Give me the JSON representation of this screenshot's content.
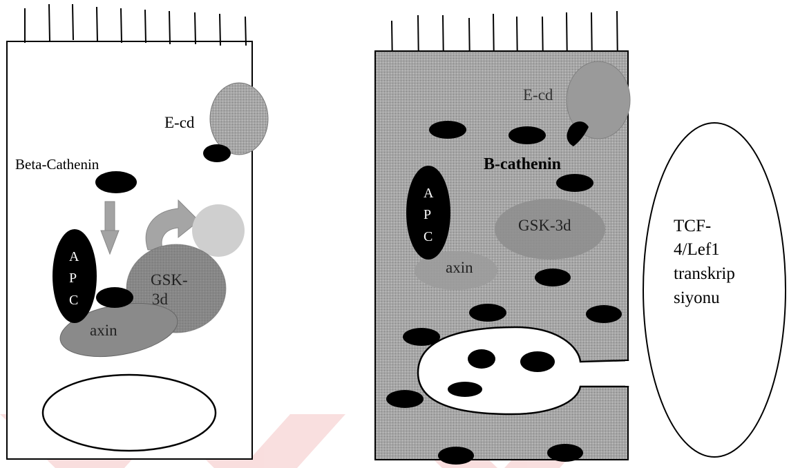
{
  "colors": {
    "ink": "#000000",
    "panel_gray": "#a8a8a8",
    "receptor_gray": "#8f8f8f",
    "gsk_gray": "#7d7d7d",
    "axin_gray": "#8a8a8a",
    "arrow_gray": "#a0a0a0",
    "light_gray": "#c9c9c9",
    "watermark": "#f4c6c6"
  },
  "left_cell": {
    "ecd_label": "E-cd",
    "beta_label": "Beta-Cathenin",
    "apc_letters": [
      "A",
      "P",
      "C"
    ],
    "gsk_lines": [
      "GSK-",
      "3d"
    ],
    "axin_label": "axin"
  },
  "right_cell": {
    "ecd_label": "E-cd",
    "bcat_label": "B-cathenin",
    "apc_letters": [
      "A",
      "P",
      "C"
    ],
    "gsk_label": "GSK-3d",
    "axin_label": "axin"
  },
  "tcf_box": {
    "lines": [
      "TCF-",
      "4/Lef1",
      "transkrip",
      "siyonu"
    ]
  }
}
